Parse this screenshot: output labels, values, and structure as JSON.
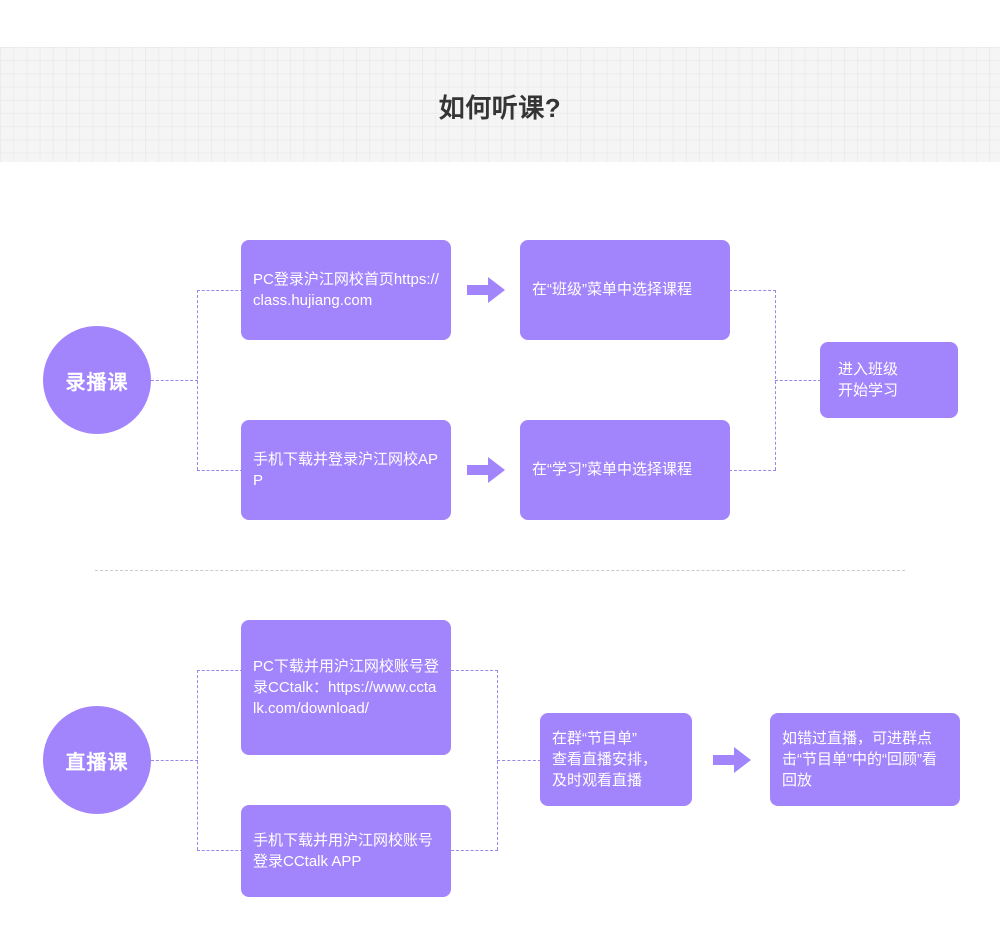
{
  "page": {
    "title": "如何听课?"
  },
  "sections": [
    {
      "id": "recorded-course",
      "circle_label": "录播课",
      "boxes": [
        {
          "id": "pc-login",
          "text": "PC登录沪江网校首页https://class.hujiang.com"
        },
        {
          "id": "app-login",
          "text": "手机下载并登录沪江网校APP"
        },
        {
          "id": "class-menu",
          "text": "在“班级”菜单中选择课程"
        },
        {
          "id": "study-menu",
          "text": "在“学习”菜单中选择课程"
        },
        {
          "id": "enter-class",
          "text": "进入班级\n开始学习"
        }
      ],
      "arrows": [
        "arrow-to-class-menu",
        "arrow-to-study-menu"
      ]
    },
    {
      "id": "live-course",
      "circle_label": "直播课",
      "boxes": [
        {
          "id": "pc-cctalk",
          "text": "PC下载并用沪江网校账号登录CCtalk：https://www.cctalk.com/download/"
        },
        {
          "id": "mobile-cctalk",
          "text": "手机下载并用沪江网校账号登录CCtalk APP"
        },
        {
          "id": "program-list",
          "text": "在群“节目单”\n查看直播安排，\n及时观看直播"
        },
        {
          "id": "replay",
          "text": "如错过直播，可进群点击“节目单”中的“回顾”看回放"
        }
      ],
      "arrows": [
        "arrow-to-replay"
      ]
    }
  ],
  "colors": {
    "node_fill": "#a285fc",
    "node_text": "#ffffff",
    "connector": "#9a88e8",
    "divider": "#c9c9ce",
    "header_bg": "#f5f5f6",
    "title_text": "#353535"
  }
}
